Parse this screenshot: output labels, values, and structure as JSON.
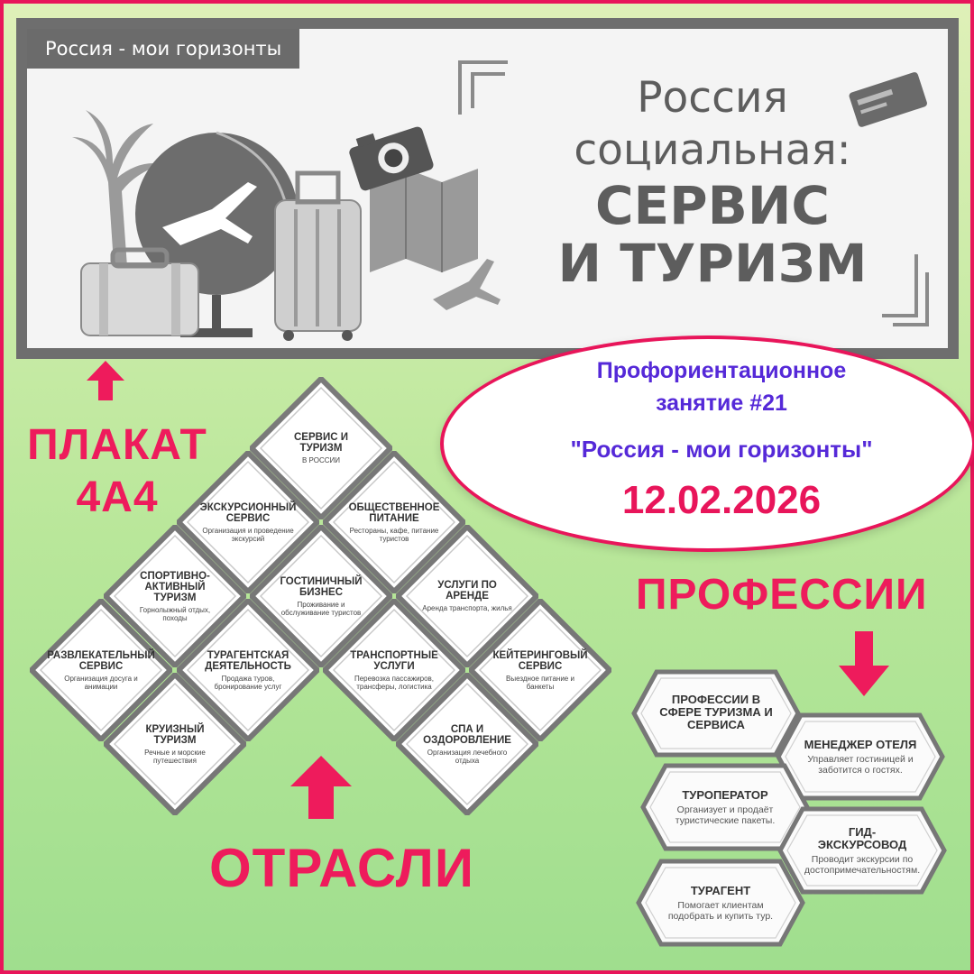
{
  "poster": {
    "tag": "Россия - мои горизонты",
    "title_line1": "Россия",
    "title_line2": "социальная:",
    "title_line3": "СЕРВИС",
    "title_line4": "И ТУРИЗМ"
  },
  "labels": {
    "plakat_line1": "ПЛАКАТ",
    "plakat_line2": "4А4",
    "otrasli": "ОТРАСЛИ",
    "professii": "ПРОФЕССИИ"
  },
  "announcement": {
    "line1": "Профориентационное",
    "line2": "занятие #21",
    "line3": "\"Россия - мои горизонты\"",
    "date": "12.02.2026"
  },
  "industries": [
    {
      "title": "СЕРВИС И ТУРИЗМ",
      "subtitle": "В РОССИИ"
    },
    {
      "title": "ЭКСКУРСИОННЫЙ СЕРВИС",
      "subtitle": "Организация и проведение экскурсий"
    },
    {
      "title": "ОБЩЕСТВЕННОЕ ПИТАНИЕ",
      "subtitle": "Рестораны, кафе, питание туристов"
    },
    {
      "title": "СПОРТИВНО-АКТИВНЫЙ ТУРИЗМ",
      "subtitle": "Горнолыжный отдых, походы"
    },
    {
      "title": "ГОСТИНИЧНЫЙ БИЗНЕС",
      "subtitle": "Проживание и обслуживание туристов"
    },
    {
      "title": "УСЛУГИ ПО АРЕНДЕ",
      "subtitle": "Аренда транспорта, жилья"
    },
    {
      "title": "РАЗВЛЕКАТЕЛЬНЫЙ СЕРВИС",
      "subtitle": "Организация досуга и анимации"
    },
    {
      "title": "ТУРАГЕНТСКАЯ ДЕЯТЕЛЬНОСТЬ",
      "subtitle": "Продажа туров, бронирование услуг"
    },
    {
      "title": "ТРАНСПОРТНЫЕ УСЛУГИ",
      "subtitle": "Перевозка пассажиров, трансферы, логистика"
    },
    {
      "title": "КЕЙТЕРИНГОВЫЙ СЕРВИС",
      "subtitle": "Выездное питание и банкеты"
    },
    {
      "title": "КРУИЗНЫЙ ТУРИЗМ",
      "subtitle": "Речные и морские путешествия"
    },
    {
      "title": "СПА И ОЗДОРОВЛЕНИЕ",
      "subtitle": "Организация лечебного отдыха"
    }
  ],
  "professions": [
    {
      "title": "ПРОФЕССИИ В СФЕРЕ ТУРИЗМА И СЕРВИСА",
      "subtitle": ""
    },
    {
      "title": "МЕНЕДЖЕР ОТЕЛЯ",
      "subtitle": "Управляет гостиницей и заботится о гостях."
    },
    {
      "title": "ТУРОПЕРАТОР",
      "subtitle": "Организует и продаёт туристические пакеты."
    },
    {
      "title": "ГИД-ЭКСКУРСОВОД",
      "subtitle": "Проводит экскурсии по достопримечательностям."
    },
    {
      "title": "ТУРАГЕНТ",
      "subtitle": "Помогает клиентам подобрать и купить тур."
    }
  ],
  "colors": {
    "accent_pink": "#e8155a",
    "accent_purple": "#5529d8",
    "poster_grey": "#6e6e6e"
  }
}
